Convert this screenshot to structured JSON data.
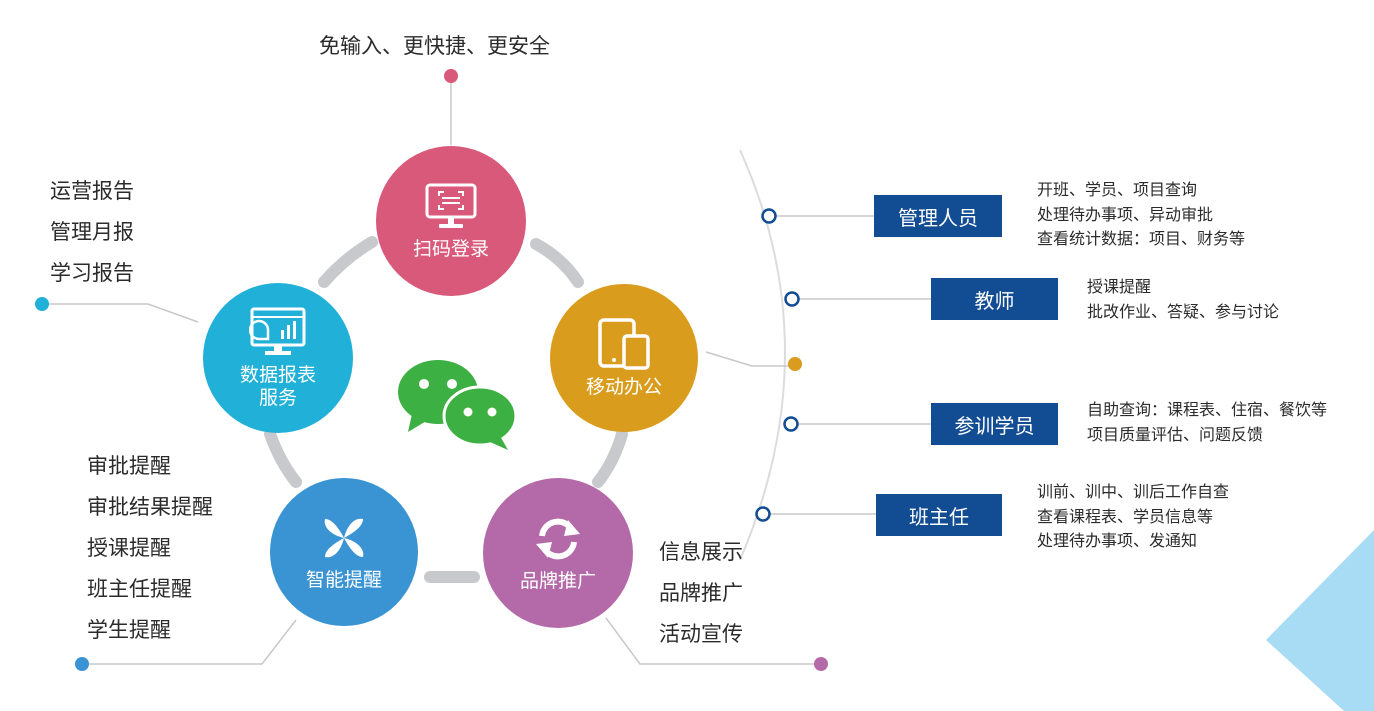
{
  "hub": {
    "icon": "wechat-icon"
  },
  "nodes": {
    "scan_login": {
      "label": "扫码登录",
      "icon": "monitor-scan-icon",
      "color": "#d9597b"
    },
    "mobile_office": {
      "label": "移动办公",
      "icon": "tablet-phone-icon",
      "color": "#d99c1d"
    },
    "brand": {
      "label": "品牌推广",
      "icon": "refresh-icon",
      "color": "#b46aa8"
    },
    "reminder": {
      "label": "智能提醒",
      "icon": "pinwheel-icon",
      "color": "#3a94d3"
    },
    "report": {
      "label_line1": "数据报表",
      "label_line2": "服务",
      "icon": "dashboard-monitor-icon",
      "color": "#21b0d8"
    }
  },
  "features": {
    "scan_login_caption": "免输入、更快捷、更安全",
    "report": [
      "运营报告",
      "管理月报",
      "学习报告"
    ],
    "reminder": [
      "审批提醒",
      "审批结果提醒",
      "授课提醒",
      "班主任提醒",
      "学生提醒"
    ],
    "brand": [
      "信息展示",
      "品牌推广",
      "活动宣传"
    ]
  },
  "roles": [
    {
      "name": "管理人员",
      "lines": [
        "开班、学员、项目查询",
        "处理待办事项、异动审批",
        "查看统计数据：项目、财务等"
      ]
    },
    {
      "name": "教师",
      "lines": [
        "授课提醒",
        "批改作业、答疑、参与讨论"
      ]
    },
    {
      "name": "参训学员",
      "lines": [
        "自助查询：课程表、住宿、餐饮等",
        "项目质量评估、问题反馈"
      ]
    },
    {
      "name": "班主任",
      "lines": [
        "训前、训中、训后工作自查",
        "查看课程表、学员信息等",
        "处理待办事项、发通知"
      ]
    }
  ],
  "colors": {
    "role_box": "#124c92",
    "ring": "#c7c9cc",
    "connector": "#c8c8c8",
    "wechat": "#3cb043",
    "corner": "#a8dcf5"
  }
}
